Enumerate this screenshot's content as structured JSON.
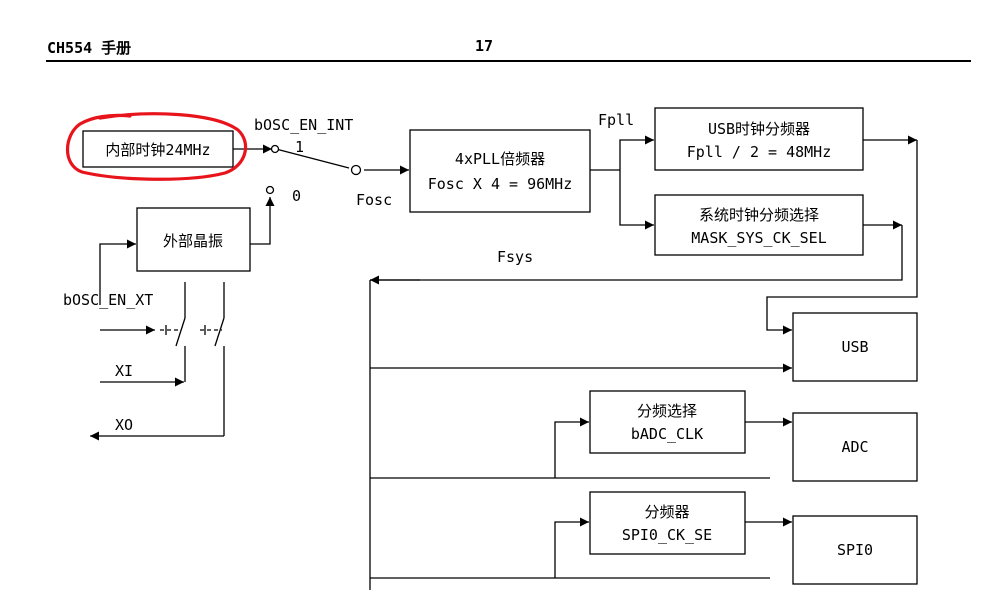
{
  "header": {
    "left": "CH554 手册",
    "page_number": "17"
  },
  "diagram": {
    "blocks": {
      "internal_clock": "内部时钟24MHz",
      "pll_line1": "4xPLL倍频器",
      "pll_line2": "Fosc X 4 = 96MHz",
      "usb_div_line1": "USB时钟分频器",
      "usb_div_line2": "Fpll / 2 = 48MHz",
      "sys_div_line1": "系统时钟分频选择",
      "sys_div_line2": "MASK_SYS_CK_SEL",
      "external_osc": "外部晶振",
      "usb": "USB",
      "adc_div_line1": "分频选择",
      "adc_div_line2": "bADC_CLK",
      "adc": "ADC",
      "spi_div_line1": "分频器",
      "spi_div_line2": "SPI0_CK_SE",
      "spi": "SPI0"
    },
    "labels": {
      "bosc_en_int": "bOSC_EN_INT",
      "switch_pos_1": "1",
      "switch_pos_0": "0",
      "fosc": "Fosc",
      "fpll": "Fpll",
      "fsys": "Fsys",
      "bosc_en_xt": "bOSC_EN_XT",
      "xi": "XI",
      "xo": "XO"
    },
    "highlight_color": "#e8141c"
  }
}
